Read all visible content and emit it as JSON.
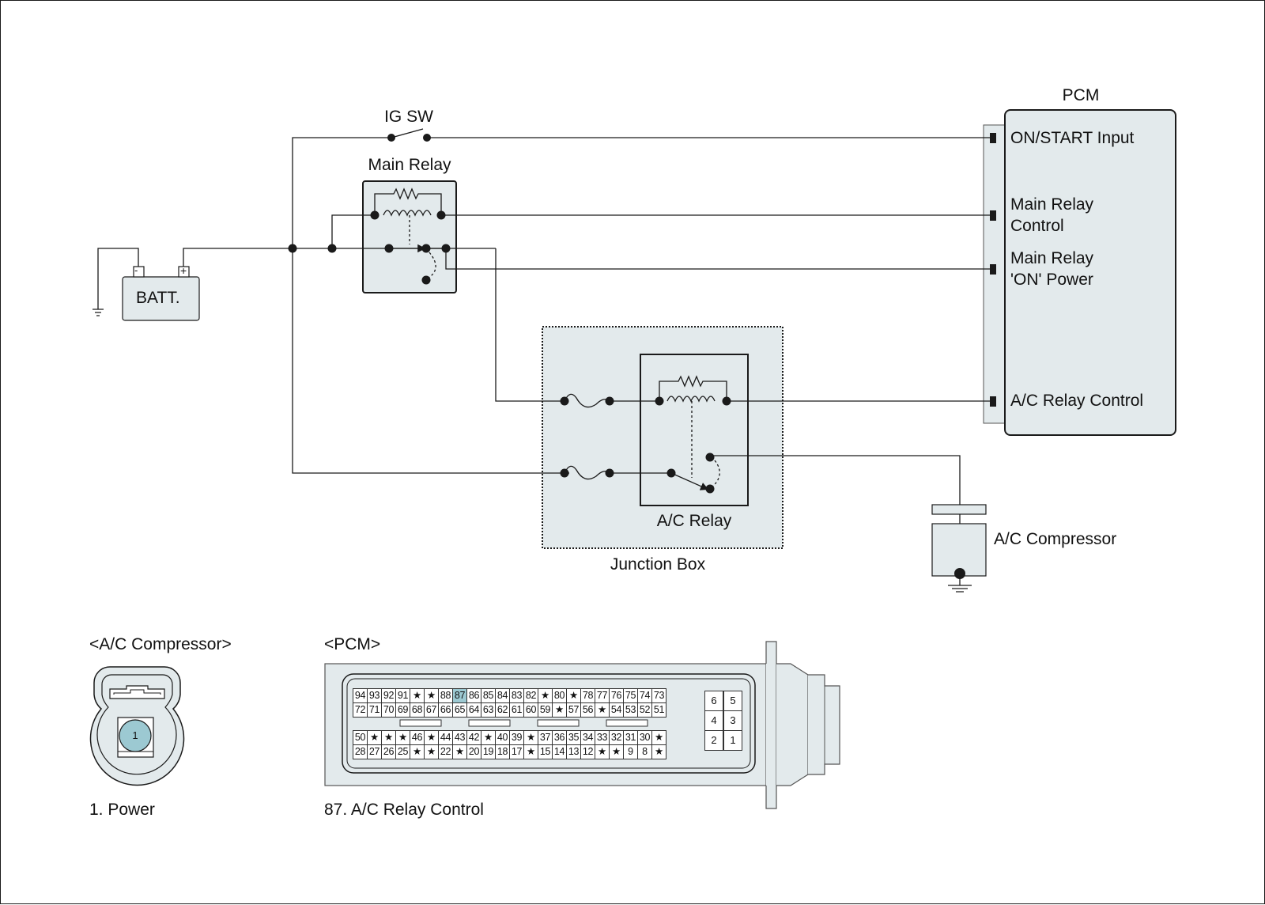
{
  "labels": {
    "ig_sw": "IG SW",
    "main_relay": "Main Relay",
    "battery": "BATT.",
    "battery_minus": "-",
    "battery_plus": "+",
    "pcm": "PCM",
    "pcm_on_start_input": "ON/START Input",
    "pcm_main_relay_control_1": "Main Relay",
    "pcm_main_relay_control_2": "Control",
    "pcm_main_relay_on_power_1": "Main Relay",
    "pcm_main_relay_on_power_2": "'ON' Power",
    "pcm_ac_relay_control": "A/C Relay Control",
    "ac_relay": "A/C Relay",
    "junction_box": "Junction Box",
    "ac_compressor": "A/C Compressor"
  },
  "connectors": {
    "compressor": {
      "title": "<A/C Compressor>",
      "pin_number": "1",
      "legend": "1. Power"
    },
    "pcm": {
      "title": "<PCM>",
      "legend": "87. A/C Relay Control",
      "highlighted_pin": "87",
      "rows": [
        [
          "94",
          "93",
          "92",
          "91",
          "★",
          "★",
          "88",
          "87",
          "86",
          "85",
          "84",
          "83",
          "82",
          "★",
          "80",
          "★",
          "78",
          "77",
          "76",
          "75",
          "74",
          "73"
        ],
        [
          "72",
          "71",
          "70",
          "69",
          "68",
          "67",
          "66",
          "65",
          "64",
          "63",
          "62",
          "61",
          "60",
          "59",
          "★",
          "57",
          "56",
          "★",
          "54",
          "53",
          "52",
          "51"
        ],
        [
          "50",
          "★",
          "★",
          "★",
          "46",
          "★",
          "44",
          "43",
          "42",
          "★",
          "40",
          "39",
          "★",
          "37",
          "36",
          "35",
          "34",
          "33",
          "32",
          "31",
          "30",
          "★"
        ],
        [
          "28",
          "27",
          "26",
          "25",
          "★",
          "★",
          "22",
          "★",
          "20",
          "19",
          "18",
          "17",
          "★",
          "15",
          "14",
          "13",
          "12",
          "★",
          "★",
          "9",
          "8",
          "★"
        ]
      ],
      "side_pins": [
        "6",
        "5",
        "4",
        "3",
        "2",
        "1"
      ]
    }
  },
  "colors": {
    "fill": "#e3eaec",
    "highlight": "#9cc9d2",
    "line": "#1a1a1a"
  }
}
